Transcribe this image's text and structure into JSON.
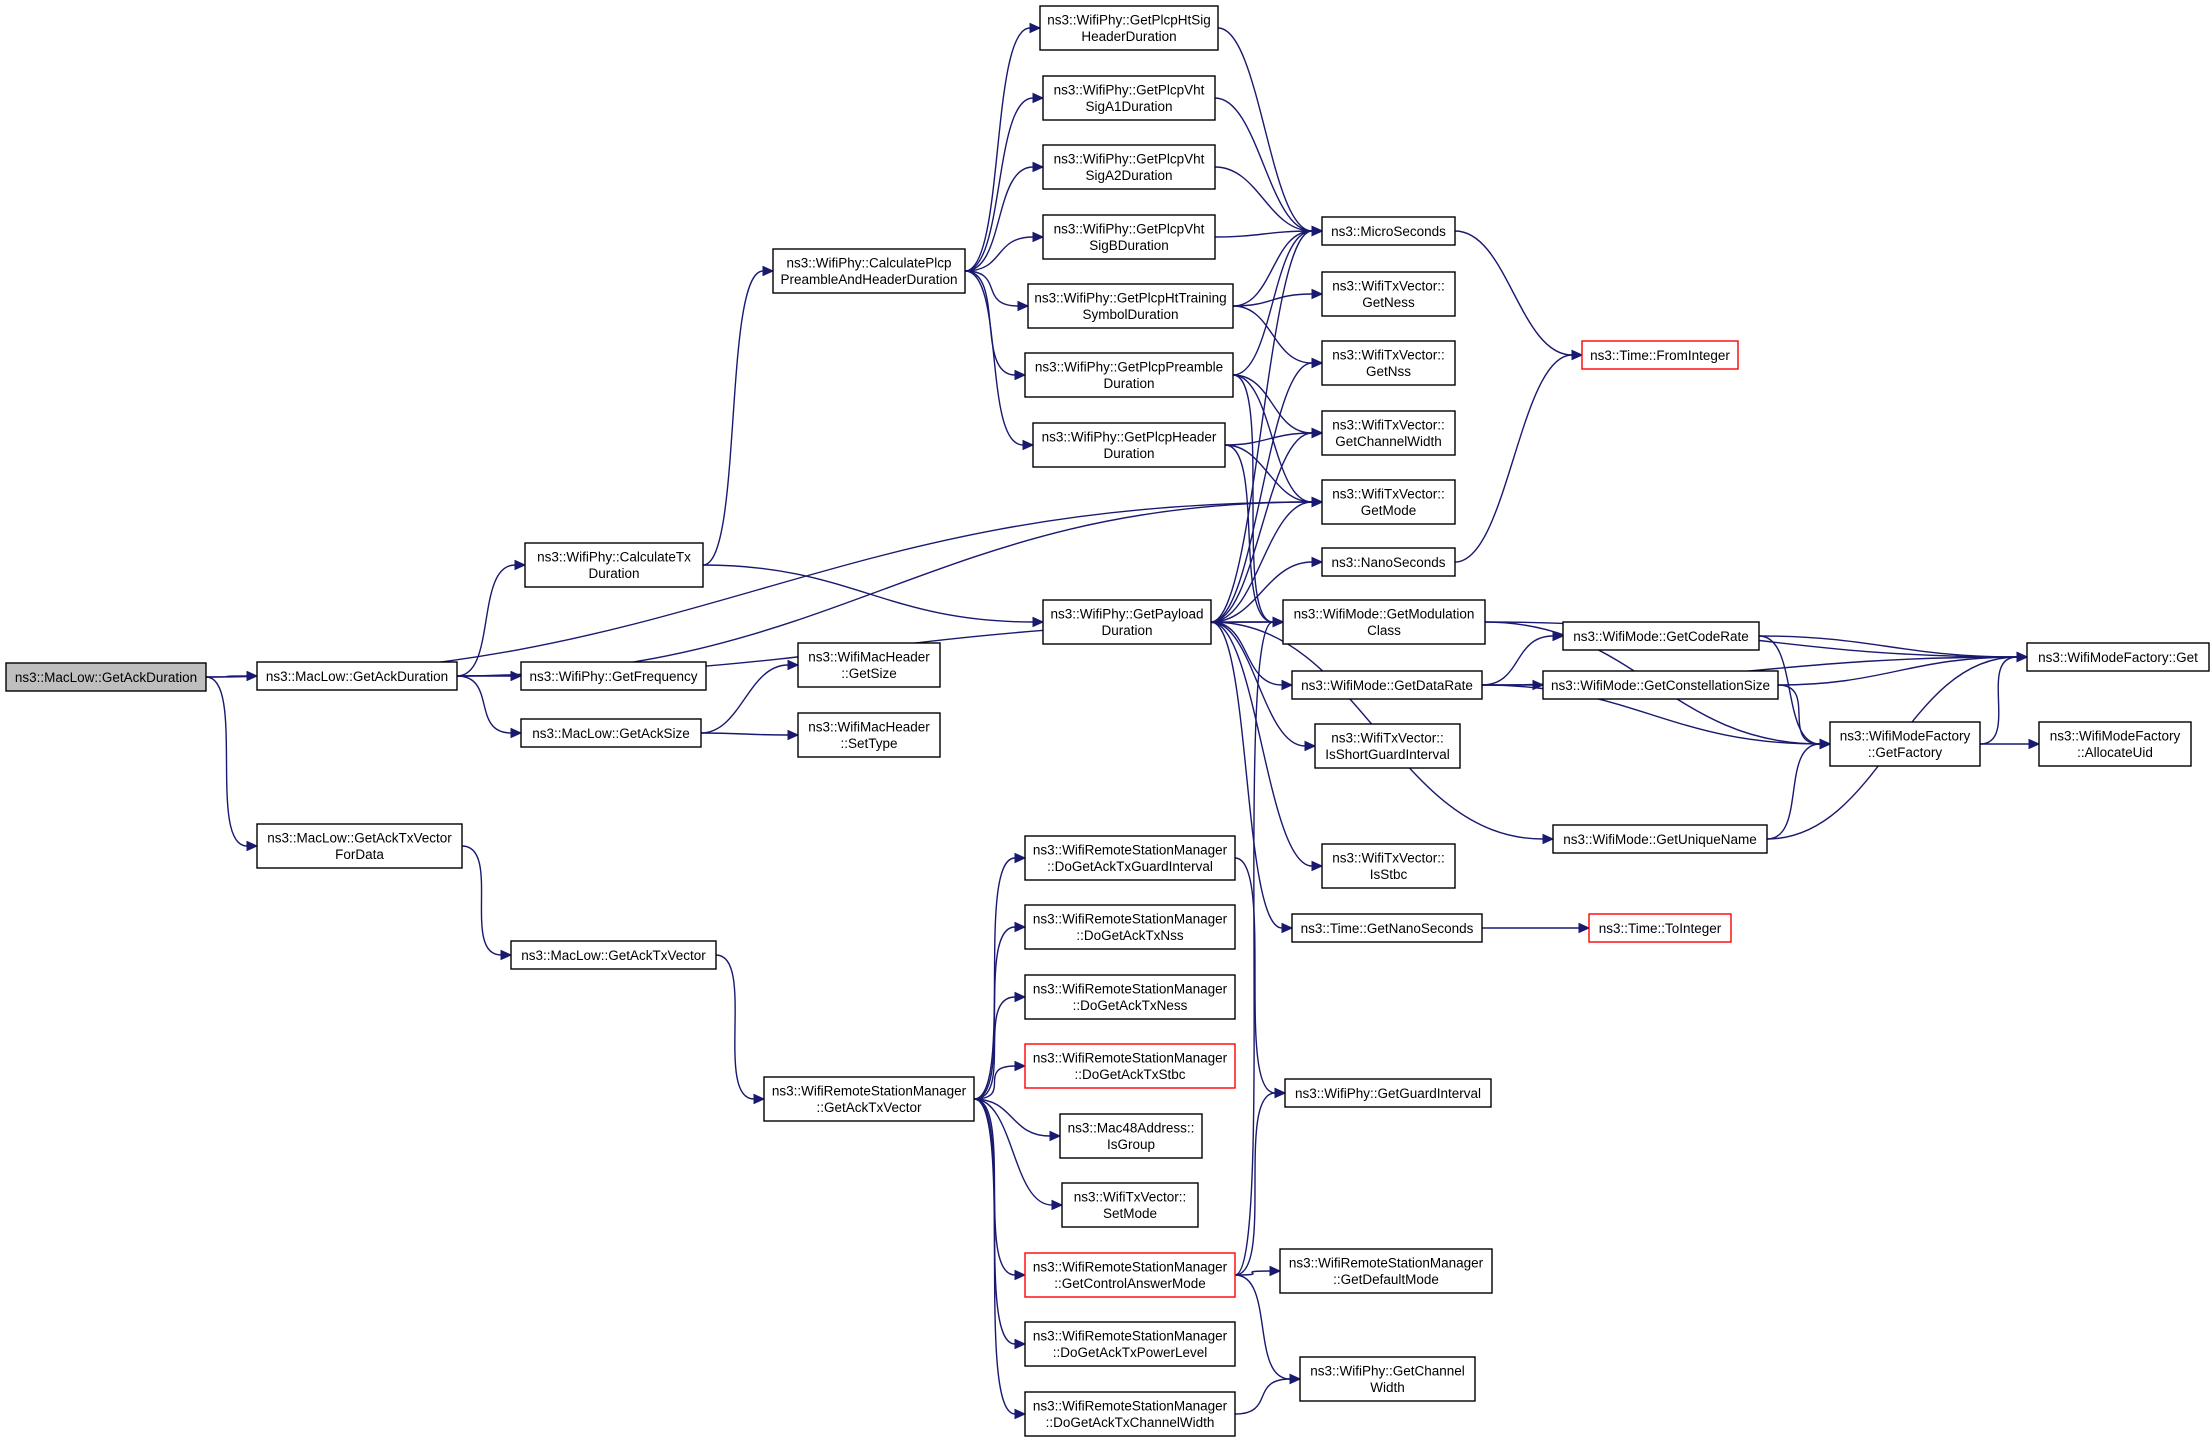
{
  "graph": {
    "nodes": [
      {
        "id": "n_mlgad",
        "lines": [
          "ns3::MacLow::GetAckDuration"
        ],
        "root": true
      },
      {
        "id": "n_mlgad2",
        "lines": [
          "ns3::MacLow::GetAckDuration"
        ]
      },
      {
        "id": "n_mlgatvfd",
        "lines": [
          "ns3::MacLow::GetAckTxVector",
          "ForData"
        ]
      },
      {
        "id": "n_mlgatv",
        "lines": [
          "ns3::MacLow::GetAckTxVector"
        ]
      },
      {
        "id": "n_wpctd",
        "lines": [
          "ns3::WifiPhy::CalculateTx",
          "Duration"
        ]
      },
      {
        "id": "n_wpgf",
        "lines": [
          "ns3::WifiPhy::GetFrequency"
        ]
      },
      {
        "id": "n_mlgas",
        "lines": [
          "ns3::MacLow::GetAckSize"
        ]
      },
      {
        "id": "n_wmhgs",
        "lines": [
          "ns3::WifiMacHeader",
          "::GetSize"
        ]
      },
      {
        "id": "n_wmhst",
        "lines": [
          "ns3::WifiMacHeader",
          "::SetType"
        ]
      },
      {
        "id": "n_wpcpahd",
        "lines": [
          "ns3::WifiPhy::CalculatePlcp",
          "PreambleAndHeaderDuration"
        ]
      },
      {
        "id": "n_wpgpd",
        "lines": [
          "ns3::WifiPhy::GetPayload",
          "Duration"
        ]
      },
      {
        "id": "n_wrsmgatv",
        "lines": [
          "ns3::WifiRemoteStationManager",
          "::GetAckTxVector"
        ]
      },
      {
        "id": "n_hsig",
        "lines": [
          "ns3::WifiPhy::GetPlcpHtSig",
          "HeaderDuration"
        ]
      },
      {
        "id": "n_vhta1",
        "lines": [
          "ns3::WifiPhy::GetPlcpVht",
          "SigA1Duration"
        ]
      },
      {
        "id": "n_vhta2",
        "lines": [
          "ns3::WifiPhy::GetPlcpVht",
          "SigA2Duration"
        ]
      },
      {
        "id": "n_vhtb",
        "lines": [
          "ns3::WifiPhy::GetPlcpVht",
          "SigBDuration"
        ]
      },
      {
        "id": "n_htts",
        "lines": [
          "ns3::WifiPhy::GetPlcpHtTraining",
          "SymbolDuration"
        ]
      },
      {
        "id": "n_pre",
        "lines": [
          "ns3::WifiPhy::GetPlcpPreamble",
          "Duration"
        ]
      },
      {
        "id": "n_hdr",
        "lines": [
          "ns3::WifiPhy::GetPlcpHeader",
          "Duration"
        ]
      },
      {
        "id": "n_dgatgi",
        "lines": [
          "ns3::WifiRemoteStationManager",
          "::DoGetAckTxGuardInterval"
        ]
      },
      {
        "id": "n_dgatnss",
        "lines": [
          "ns3::WifiRemoteStationManager",
          "::DoGetAckTxNss"
        ]
      },
      {
        "id": "n_dgatness",
        "lines": [
          "ns3::WifiRemoteStationManager",
          "::DoGetAckTxNess"
        ]
      },
      {
        "id": "n_dgatstbc",
        "lines": [
          "ns3::WifiRemoteStationManager",
          "::DoGetAckTxStbc"
        ],
        "red": true
      },
      {
        "id": "n_macig",
        "lines": [
          "ns3::Mac48Address::",
          "IsGroup"
        ]
      },
      {
        "id": "n_tvsm",
        "lines": [
          "ns3::WifiTxVector::",
          "SetMode"
        ]
      },
      {
        "id": "n_gcam",
        "lines": [
          "ns3::WifiRemoteStationManager",
          "::GetControlAnswerMode"
        ],
        "red": true
      },
      {
        "id": "n_dgatpl",
        "lines": [
          "ns3::WifiRemoteStationManager",
          "::DoGetAckTxPowerLevel"
        ]
      },
      {
        "id": "n_dgatcw",
        "lines": [
          "ns3::WifiRemoteStationManager",
          "::DoGetAckTxChannelWidth"
        ]
      },
      {
        "id": "n_micro",
        "lines": [
          "ns3::MicroSeconds"
        ]
      },
      {
        "id": "n_tvgness",
        "lines": [
          "ns3::WifiTxVector::",
          "GetNess"
        ]
      },
      {
        "id": "n_tvgnss",
        "lines": [
          "ns3::WifiTxVector::",
          "GetNss"
        ]
      },
      {
        "id": "n_tvgcw",
        "lines": [
          "ns3::WifiTxVector::",
          "GetChannelWidth"
        ]
      },
      {
        "id": "n_tvgm",
        "lines": [
          "ns3::WifiTxVector::",
          "GetMode"
        ]
      },
      {
        "id": "n_nano",
        "lines": [
          "ns3::NanoSeconds"
        ]
      },
      {
        "id": "n_wmgmc",
        "lines": [
          "ns3::WifiMode::GetModulation",
          "Class"
        ]
      },
      {
        "id": "n_wmgdr",
        "lines": [
          "ns3::WifiMode::GetDataRate"
        ]
      },
      {
        "id": "n_tvisgi",
        "lines": [
          "ns3::WifiTxVector::",
          "IsShortGuardInterval"
        ]
      },
      {
        "id": "n_tvisstbc",
        "lines": [
          "ns3::WifiTxVector::",
          "IsStbc"
        ]
      },
      {
        "id": "n_tgns",
        "lines": [
          "ns3::Time::GetNanoSeconds"
        ]
      },
      {
        "id": "n_wpggi",
        "lines": [
          "ns3::WifiPhy::GetGuardInterval"
        ]
      },
      {
        "id": "n_wrsmgdm",
        "lines": [
          "ns3::WifiRemoteStationManager",
          "::GetDefaultMode"
        ]
      },
      {
        "id": "n_wpgcw",
        "lines": [
          "ns3::WifiPhy::GetChannel",
          "Width"
        ]
      },
      {
        "id": "n_tfi",
        "lines": [
          "ns3::Time::FromInteger"
        ],
        "red": true
      },
      {
        "id": "n_wmgcr",
        "lines": [
          "ns3::WifiMode::GetCodeRate"
        ]
      },
      {
        "id": "n_wmgcs",
        "lines": [
          "ns3::WifiMode::GetConstellationSize"
        ]
      },
      {
        "id": "n_wmgun",
        "lines": [
          "ns3::WifiMode::GetUniqueName"
        ]
      },
      {
        "id": "n_tti",
        "lines": [
          "ns3::Time::ToInteger"
        ],
        "red": true
      },
      {
        "id": "n_wmfgf",
        "lines": [
          "ns3::WifiModeFactory",
          "::GetFactory"
        ]
      },
      {
        "id": "n_wmfg",
        "lines": [
          "ns3::WifiModeFactory::Get"
        ]
      },
      {
        "id": "n_wmfau",
        "lines": [
          "ns3::WifiModeFactory",
          "::AllocateUid"
        ]
      }
    ],
    "edges": [
      [
        "n_mlgad",
        "n_mlgad2"
      ],
      [
        "n_mlgad",
        "n_mlgatvfd"
      ],
      [
        "n_mlgad",
        "n_tvgm"
      ],
      [
        "n_mlgad2",
        "n_wpctd"
      ],
      [
        "n_mlgad2",
        "n_wpgf"
      ],
      [
        "n_mlgad2",
        "n_mlgas"
      ],
      [
        "n_mlgad2",
        "n_tvgm"
      ],
      [
        "n_mlgad2",
        "n_wmgmc"
      ],
      [
        "n_mlgas",
        "n_wmhgs"
      ],
      [
        "n_mlgas",
        "n_wmhst"
      ],
      [
        "n_mlgatvfd",
        "n_mlgatv"
      ],
      [
        "n_mlgatv",
        "n_wrsmgatv"
      ],
      [
        "n_wpctd",
        "n_wpcpahd"
      ],
      [
        "n_wpctd",
        "n_wpgpd"
      ],
      [
        "n_wpcpahd",
        "n_hsig"
      ],
      [
        "n_wpcpahd",
        "n_vhta1"
      ],
      [
        "n_wpcpahd",
        "n_vhta2"
      ],
      [
        "n_wpcpahd",
        "n_vhtb"
      ],
      [
        "n_wpcpahd",
        "n_htts"
      ],
      [
        "n_wpcpahd",
        "n_pre"
      ],
      [
        "n_wpcpahd",
        "n_hdr"
      ],
      [
        "n_hsig",
        "n_micro"
      ],
      [
        "n_vhta1",
        "n_micro"
      ],
      [
        "n_vhta2",
        "n_micro"
      ],
      [
        "n_vhtb",
        "n_micro"
      ],
      [
        "n_htts",
        "n_micro"
      ],
      [
        "n_htts",
        "n_tvgness"
      ],
      [
        "n_htts",
        "n_tvgnss"
      ],
      [
        "n_pre",
        "n_micro"
      ],
      [
        "n_pre",
        "n_tvgcw"
      ],
      [
        "n_pre",
        "n_tvgm"
      ],
      [
        "n_pre",
        "n_wmgmc"
      ],
      [
        "n_hdr",
        "n_tvgcw"
      ],
      [
        "n_hdr",
        "n_tvgm"
      ],
      [
        "n_hdr",
        "n_wmgmc"
      ],
      [
        "n_wpgpd",
        "n_micro"
      ],
      [
        "n_wpgpd",
        "n_tvgnss"
      ],
      [
        "n_wpgpd",
        "n_tvgcw"
      ],
      [
        "n_wpgpd",
        "n_tvgm"
      ],
      [
        "n_wpgpd",
        "n_nano"
      ],
      [
        "n_wpgpd",
        "n_wmgmc"
      ],
      [
        "n_wpgpd",
        "n_wmgdr"
      ],
      [
        "n_wpgpd",
        "n_tvisgi"
      ],
      [
        "n_wpgpd",
        "n_tvisstbc"
      ],
      [
        "n_wpgpd",
        "n_tgns"
      ],
      [
        "n_wpgpd",
        "n_wmgun"
      ],
      [
        "n_micro",
        "n_tfi"
      ],
      [
        "n_nano",
        "n_tfi"
      ],
      [
        "n_wmgmc",
        "n_wmfg"
      ],
      [
        "n_wmgmc",
        "n_wmfgf"
      ],
      [
        "n_wmgdr",
        "n_wmgcr"
      ],
      [
        "n_wmgdr",
        "n_wmgcs"
      ],
      [
        "n_wmgdr",
        "n_wmfg"
      ],
      [
        "n_wmgdr",
        "n_wmfgf"
      ],
      [
        "n_wmgcr",
        "n_wmfg"
      ],
      [
        "n_wmgcr",
        "n_wmfgf"
      ],
      [
        "n_wmgcs",
        "n_wmfg"
      ],
      [
        "n_wmgcs",
        "n_wmfgf"
      ],
      [
        "n_wmgun",
        "n_wmfg"
      ],
      [
        "n_wmgun",
        "n_wmfgf"
      ],
      [
        "n_wmfgf",
        "n_wmfg"
      ],
      [
        "n_wmfgf",
        "n_wmfau"
      ],
      [
        "n_tgns",
        "n_tti"
      ],
      [
        "n_wrsmgatv",
        "n_dgatgi"
      ],
      [
        "n_wrsmgatv",
        "n_dgatnss"
      ],
      [
        "n_wrsmgatv",
        "n_dgatness"
      ],
      [
        "n_wrsmgatv",
        "n_dgatstbc"
      ],
      [
        "n_wrsmgatv",
        "n_macig"
      ],
      [
        "n_wrsmgatv",
        "n_tvsm"
      ],
      [
        "n_wrsmgatv",
        "n_gcam"
      ],
      [
        "n_wrsmgatv",
        "n_dgatpl"
      ],
      [
        "n_wrsmgatv",
        "n_dgatcw"
      ],
      [
        "n_dgatgi",
        "n_wpggi"
      ],
      [
        "n_gcam",
        "n_wmgmc"
      ],
      [
        "n_gcam",
        "n_wpggi"
      ],
      [
        "n_gcam",
        "n_wrsmgdm"
      ],
      [
        "n_gcam",
        "n_wpgcw"
      ],
      [
        "n_dgatcw",
        "n_wpgcw"
      ]
    ]
  }
}
